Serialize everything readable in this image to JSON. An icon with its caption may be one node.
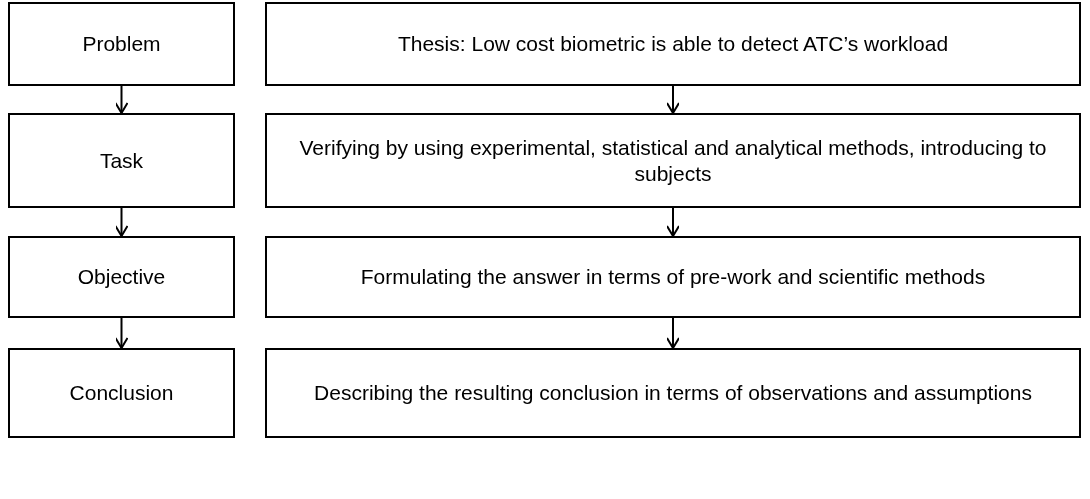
{
  "diagram": {
    "nodes": [
      {
        "text": [
          "Problem"
        ]
      },
      {
        "text": [
          "Thesis: Low cost biometric is able to detect ATC’s workload"
        ]
      },
      {
        "text": [
          "Task"
        ]
      },
      {
        "text": [
          "Verifying by using experimental, statistical and analytical methods, introducing to subjects"
        ]
      },
      {
        "text": [
          "Objective"
        ]
      },
      {
        "text": [
          "Formulating the answer in terms of pre-work and scientific methods"
        ]
      },
      {
        "text": [
          "Conclusion"
        ]
      },
      {
        "text": [
          "Describing the resulting conclusion in terms of observations and assumptions"
        ]
      }
    ],
    "edges": [
      {
        "from": 0,
        "to": 2,
        "arrow": "to"
      },
      {
        "from": 2,
        "to": 4,
        "arrow": "to"
      },
      {
        "from": 4,
        "to": 6,
        "arrow": "to"
      },
      {
        "from": 1,
        "to": 3,
        "arrow": "to"
      },
      {
        "from": 3,
        "to": 5,
        "arrow": "to"
      },
      {
        "from": 5,
        "to": 7,
        "arrow": "to"
      }
    ]
  }
}
